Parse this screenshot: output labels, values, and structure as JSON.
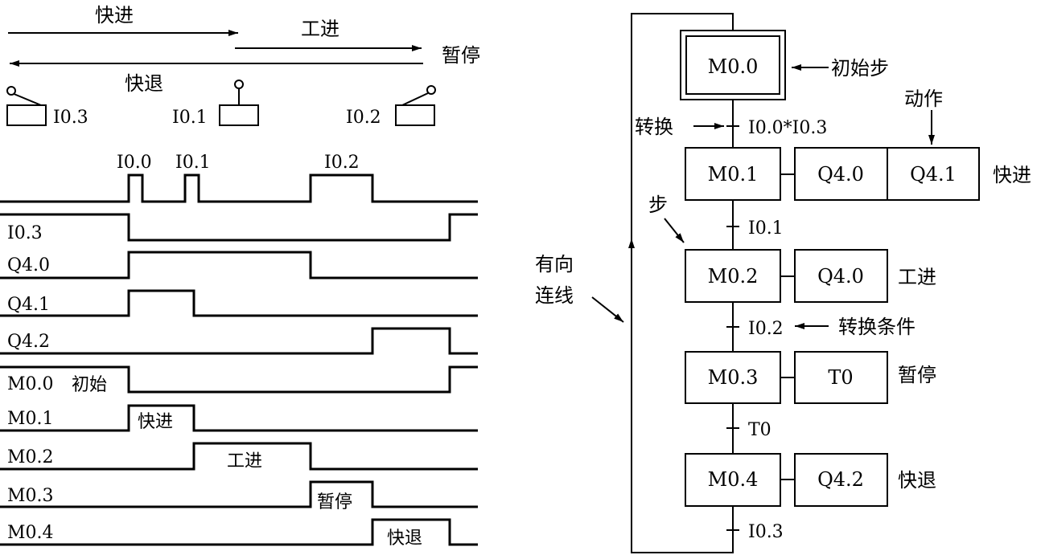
{
  "motion": {
    "fast_forward": "快进",
    "work_feed": "工进",
    "pause": "暂停",
    "fast_return": "快退"
  },
  "switches": {
    "left": "I0.3",
    "middle": "I0.1",
    "right": "I0.2"
  },
  "timing": {
    "pulse_labels": [
      "I0.0",
      "I0.1",
      "I0.2"
    ],
    "signals": [
      {
        "name": "I0.3"
      },
      {
        "name": "Q4.0"
      },
      {
        "name": "Q4.1"
      },
      {
        "name": "Q4.2"
      },
      {
        "name": "M0.0",
        "note": "初始"
      },
      {
        "name": "M0.1",
        "note": "快进"
      },
      {
        "name": "M0.2",
        "note": "工进"
      },
      {
        "name": "M0.3",
        "note": "暂停"
      },
      {
        "name": "M0.4",
        "note": "快退"
      }
    ]
  },
  "sfc": {
    "initial_step": "M0.0",
    "initial_step_label": "初始步",
    "action_label": "动作",
    "transition_label": "转换",
    "step_label": "步",
    "directed_link_label_1": "有向",
    "directed_link_label_2": "连线",
    "condition_label": "转换条件",
    "steps": [
      {
        "id": "M0.1",
        "actions": [
          "Q4.0",
          "Q4.1"
        ],
        "desc": "快进"
      },
      {
        "id": "M0.2",
        "actions": [
          "Q4.0"
        ],
        "desc": "工进"
      },
      {
        "id": "M0.3",
        "actions": [
          "T0"
        ],
        "desc": "暂停"
      },
      {
        "id": "M0.4",
        "actions": [
          "Q4.2"
        ],
        "desc": "快退"
      }
    ],
    "transitions": [
      "I0.0*I0.3",
      "I0.1",
      "I0.2",
      "T0",
      "I0.3"
    ]
  }
}
